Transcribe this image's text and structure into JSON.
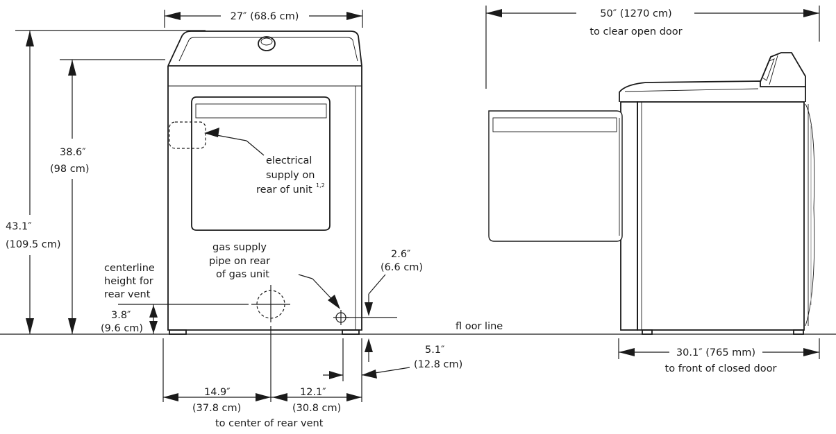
{
  "labels": {
    "width_front": "27″ (68.6 cm)",
    "overall_height_in": "43.1″",
    "overall_height_cm": "(109.5 cm)",
    "cabinet_height_in": "38.6″",
    "cabinet_height_cm": "(98 cm)",
    "electrical_1": "electrical",
    "electrical_2": "supply on",
    "electrical_3": "rear of unit",
    "electrical_sup": "1,2",
    "gas_1": "gas supply",
    "gas_2": "pipe on rear",
    "gas_3": "of gas unit",
    "vent_1": "centerline",
    "vent_2": "height for",
    "vent_3": "rear vent",
    "vent_height_in": "3.8″",
    "vent_height_cm": "(9.6 cm)",
    "gas_height_in": "2.6″",
    "gas_height_cm": "(6.6 cm)",
    "gas_side_in": "5.1″",
    "gas_side_cm": "(12.8 cm)",
    "vent_left_in": "14.9″",
    "vent_left_cm": "(37.8 cm)",
    "vent_right_in": "12.1″",
    "vent_right_cm": "(30.8 cm)",
    "vent_center_note": "to center of rear vent",
    "floor_line": "fl oor line",
    "door_clear_dim": "50″ (1270 cm)",
    "door_clear_note": "to clear open door",
    "depth_dim": "30.1″ (765 mm)",
    "depth_note": "to front of closed door"
  }
}
